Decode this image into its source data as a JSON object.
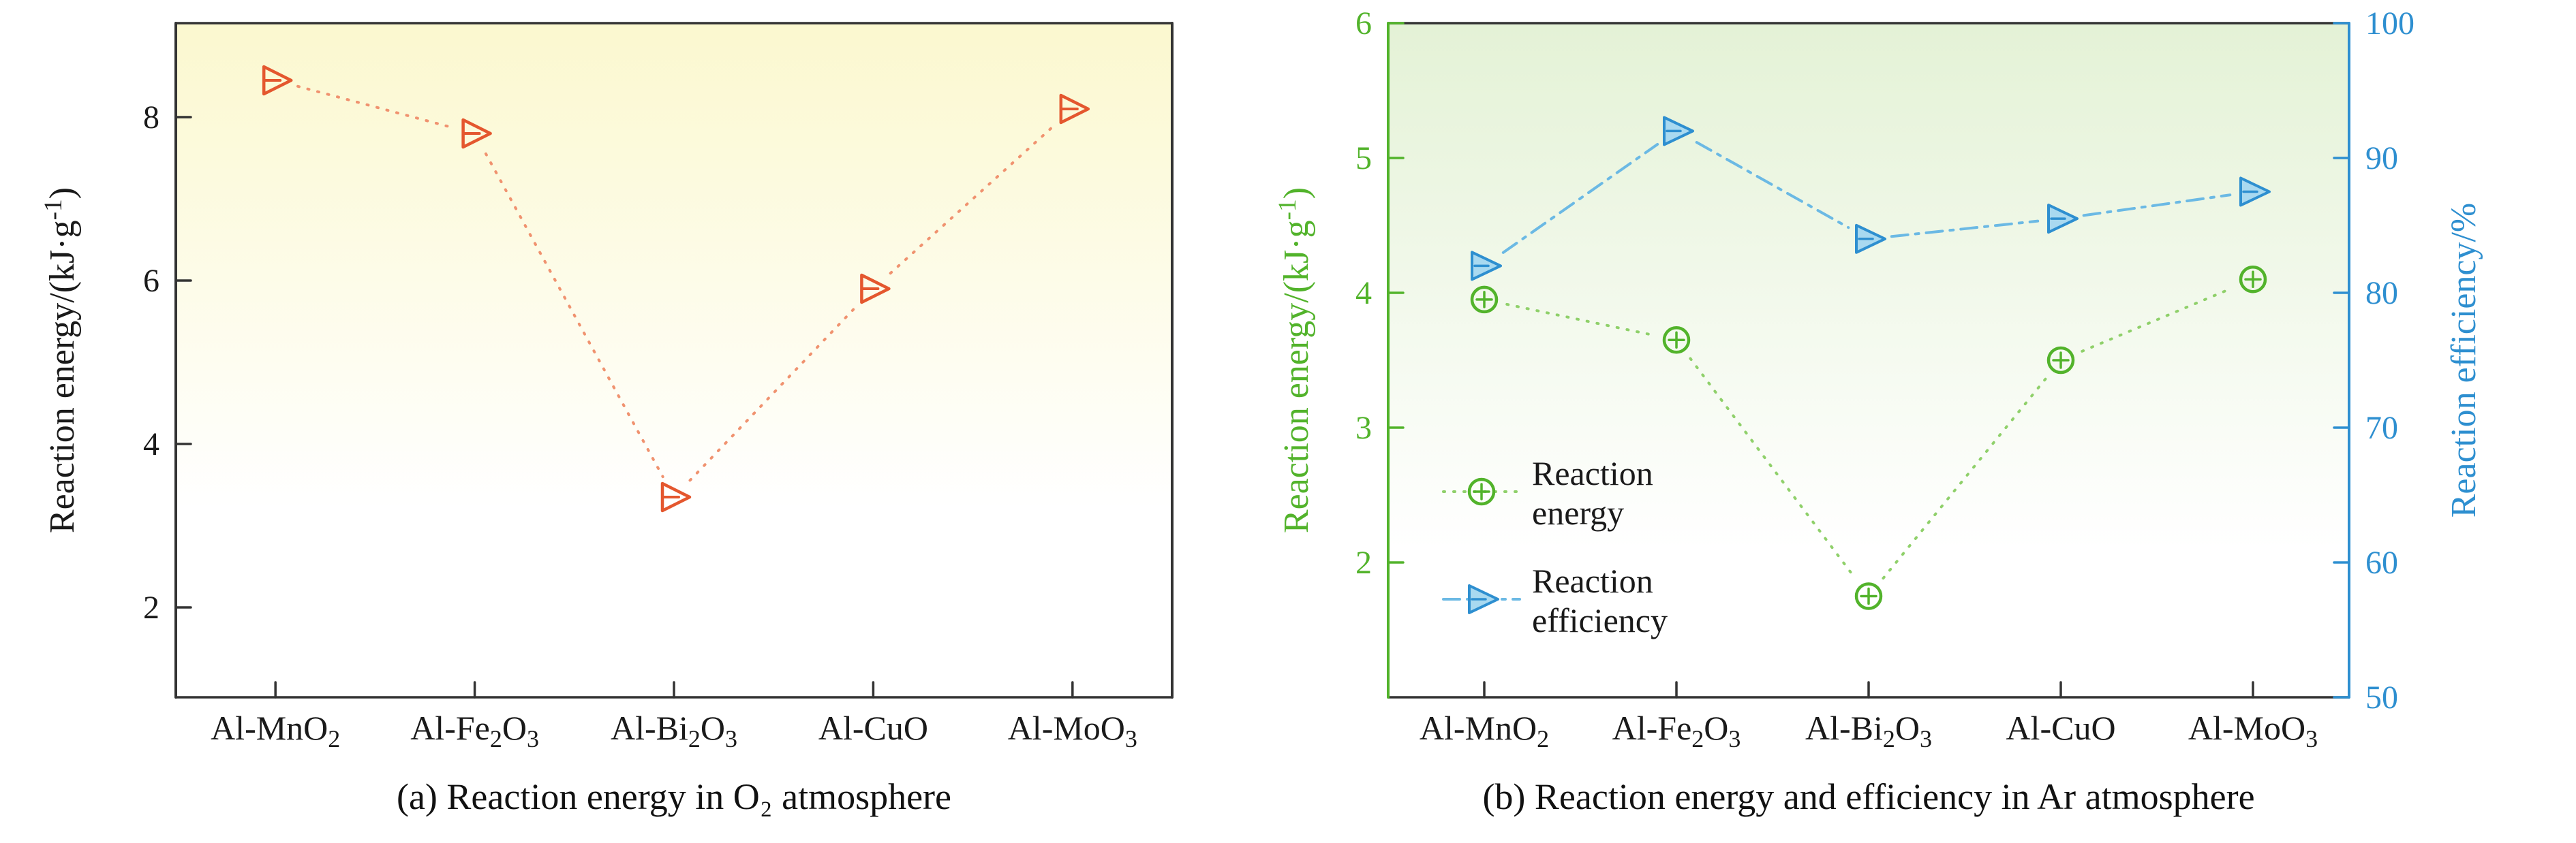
{
  "figure": {
    "background": "#ffffff"
  },
  "chart_data": [
    {
      "type": "line",
      "panel": "a",
      "caption": "(a) Reaction energy in O₂ atmosphere",
      "categories": [
        "Al-MnO₂",
        "Al-Fe₂O₃",
        "Al-Bi₂O₃",
        "Al-CuO",
        "Al-MoO₃"
      ],
      "ylabel": "Reaction energy/(kJ·g⁻¹)",
      "ylim": [
        0.9,
        9.15
      ],
      "yticks": [
        2,
        4,
        6,
        8
      ],
      "grid": false,
      "legend": null,
      "axis_color": "#333333",
      "background_gradient": {
        "top": "#fbf8cf",
        "bottom": "#ffffff",
        "fade_stop": 0.72
      },
      "series": [
        {
          "name": "Reaction energy",
          "axis": "left",
          "marker": "triangle-right-open",
          "marker_color": "#e4572e",
          "line_style": "dotted",
          "line_color": "#f0926f",
          "values": [
            8.45,
            7.8,
            3.35,
            5.9,
            8.1
          ]
        }
      ]
    },
    {
      "type": "line",
      "panel": "b",
      "caption": "(b) Reaction energy and efficiency in Ar atmosphere",
      "categories": [
        "Al-MnO₂",
        "Al-Fe₂O₃",
        "Al-Bi₂O₃",
        "Al-CuO",
        "Al-MoO₃"
      ],
      "ylabel_left": "Reaction energy/(kJ·g⁻¹)",
      "ylabel_right": "Reaction efficiency/%",
      "ylim_left": [
        1,
        6
      ],
      "yticks_left": [
        2,
        3,
        4,
        5,
        6
      ],
      "ylim_right": [
        50,
        100
      ],
      "yticks_right": [
        50,
        60,
        70,
        80,
        90,
        100
      ],
      "grid": false,
      "axis_color_left": "#52b32b",
      "axis_color_right": "#2e8fd0",
      "axis_color_x": "#333333",
      "background_gradient": {
        "top": "#e4f2d6",
        "bottom": "#ffffff",
        "fade_stop": 0.78
      },
      "legend": {
        "position": "center-left",
        "entries": [
          {
            "label": "Reaction energy",
            "series": 0
          },
          {
            "label": "Reaction efficiency",
            "series": 1
          }
        ]
      },
      "series": [
        {
          "name": "Reaction energy",
          "axis": "left",
          "marker": "circle-plus-open",
          "marker_color": "#52b32b",
          "line_style": "dotted",
          "line_color": "#8fd06a",
          "values": [
            3.95,
            3.65,
            1.75,
            3.5,
            4.1
          ]
        },
        {
          "name": "Reaction efficiency",
          "axis": "right",
          "marker": "triangle-right-filled",
          "marker_color": "#2e8fd0",
          "marker_fill": "#a9d9f0",
          "line_style": "dash-dot",
          "line_color": "#6bb9e4",
          "values": [
            82,
            92,
            84,
            85.5,
            87.5
          ]
        }
      ]
    }
  ]
}
